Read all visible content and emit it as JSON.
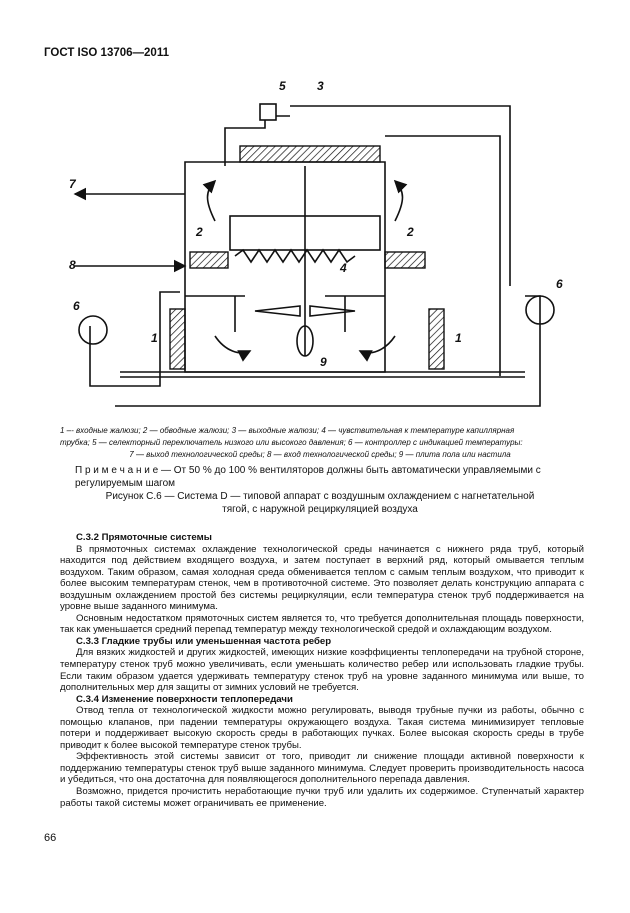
{
  "header": "ГОСТ ISO 13706—2011",
  "figure": {
    "labels": {
      "n1": "1",
      "n2": "2",
      "n3": "3",
      "n4": "4",
      "n5": "5",
      "n6": "6",
      "n7": "7",
      "n8": "8",
      "n9": "9"
    }
  },
  "legend": {
    "line1": "1 –- входные жалюзи; 2 — обводные жалюзи; 3 — выходные жалюзи; 4 — чувствительная к температуре капиллярная",
    "line2": "трубка; 5 — селекторный переключатель низкого или высокого давления; 6 — контроллер с индикацией температуры:",
    "line3": "7 — выход технологической среды; 8 — вход технологической среды; 9 — плита пола или настила"
  },
  "note": "П р и м е ч а н и е — От 50 % до 100 % вентиляторов должны быть автоматически управляемыми с регулируемым шагом",
  "caption": {
    "line1": "Рисунок С.6 — Система D — типовой аппарат с воздушным охлаждением с нагнетательной",
    "line2": "тягой, с наружной рециркуляцией воздуха"
  },
  "sections": {
    "s1_heading": "С.3.2 Прямоточные системы",
    "s1_p1": "В прямоточных системах охлаждение технологической среды начинается с нижнего ряда труб, который находится под действием входящего воздуха, и затем поступает в верхний ряд, который омывается теплым воздухом. Таким образом, самая холодная среда обменивается теплом с самым теплым воздухом, что приводит к более высоким температурам стенок, чем в противоточной системе. Это позволяет делать конструкцию аппарата с воздушным охлаждением простой без системы рециркуляции, если температура стенок труб поддерживается на уровне выше заданного минимума.",
    "s1_p2": "Основным недостатком прямоточных систем является то, что требуется дополнительная площадь поверхности, так как уменьшается средний перепад температур между технологической средой и охлаждающим воздухом.",
    "s2_heading": "С.3.3 Гладкие трубы или уменьшенная частота ребер",
    "s2_p1": "Для вязких жидкостей и других жидкостей, имеющих низкие коэффициенты теплопередачи на трубной стороне, температуру стенок труб можно увеличивать, если уменьшать количество ребер или использовать гладкие трубы. Если таким образом удается удерживать температуру стенок труб на уровне заданного минимума или выше, то дополнительных мер для защиты от зимних условий не требуется.",
    "s3_heading": "С.3.4 Изменение поверхности теплопередачи",
    "s3_p1": "Отвод тепла от технологической жидкости можно регулировать, выводя трубные пучки из работы, обычно с помощью клапанов, при падении температуры окружающего воздуха. Такая система минимизирует тепловые потери и поддерживает высокую скорость среды в работающих пучках. Более высокая скорость среды в трубе приводит к более высокой температуре стенок трубы.",
    "s3_p2": "Эффективность этой системы зависит от того, приводит ли снижение площади активной поверхности к поддержанию температуры стенок труб выше заданного минимума. Следует проверить производительность насоса и убедиться, что она достаточна для появляющегося дополнительного перепада давления.",
    "s3_p3": "Возможно, придется прочистить неработающие пучки труб или удалить их содержимое. Ступенчатый характер работы такой системы может ограничивать ее применение."
  },
  "page_number": "66"
}
